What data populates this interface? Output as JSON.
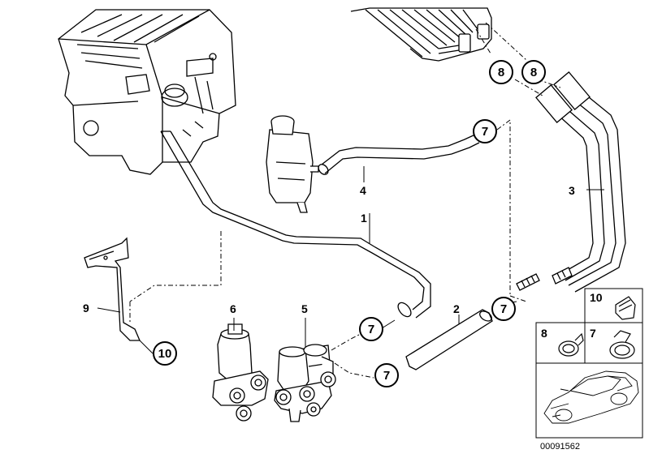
{
  "diagram_id": "00091562",
  "parts": {
    "hose_1": "1",
    "hose_2": "2",
    "pipe_3": "3",
    "hose_4": "4",
    "valve_5": "5",
    "pump_6": "6",
    "clamp_7": "7",
    "clamp_8": "8",
    "bracket_9": "9",
    "clip_10": "10"
  },
  "callouts": {
    "c7_top": "7",
    "c7_mid": "7",
    "c7_right": "7",
    "c7_bottom": "7",
    "c8_a": "8",
    "c8_b": "8",
    "c10": "10"
  },
  "legend": {
    "box10": "10",
    "box8": "8",
    "box7": "7"
  }
}
